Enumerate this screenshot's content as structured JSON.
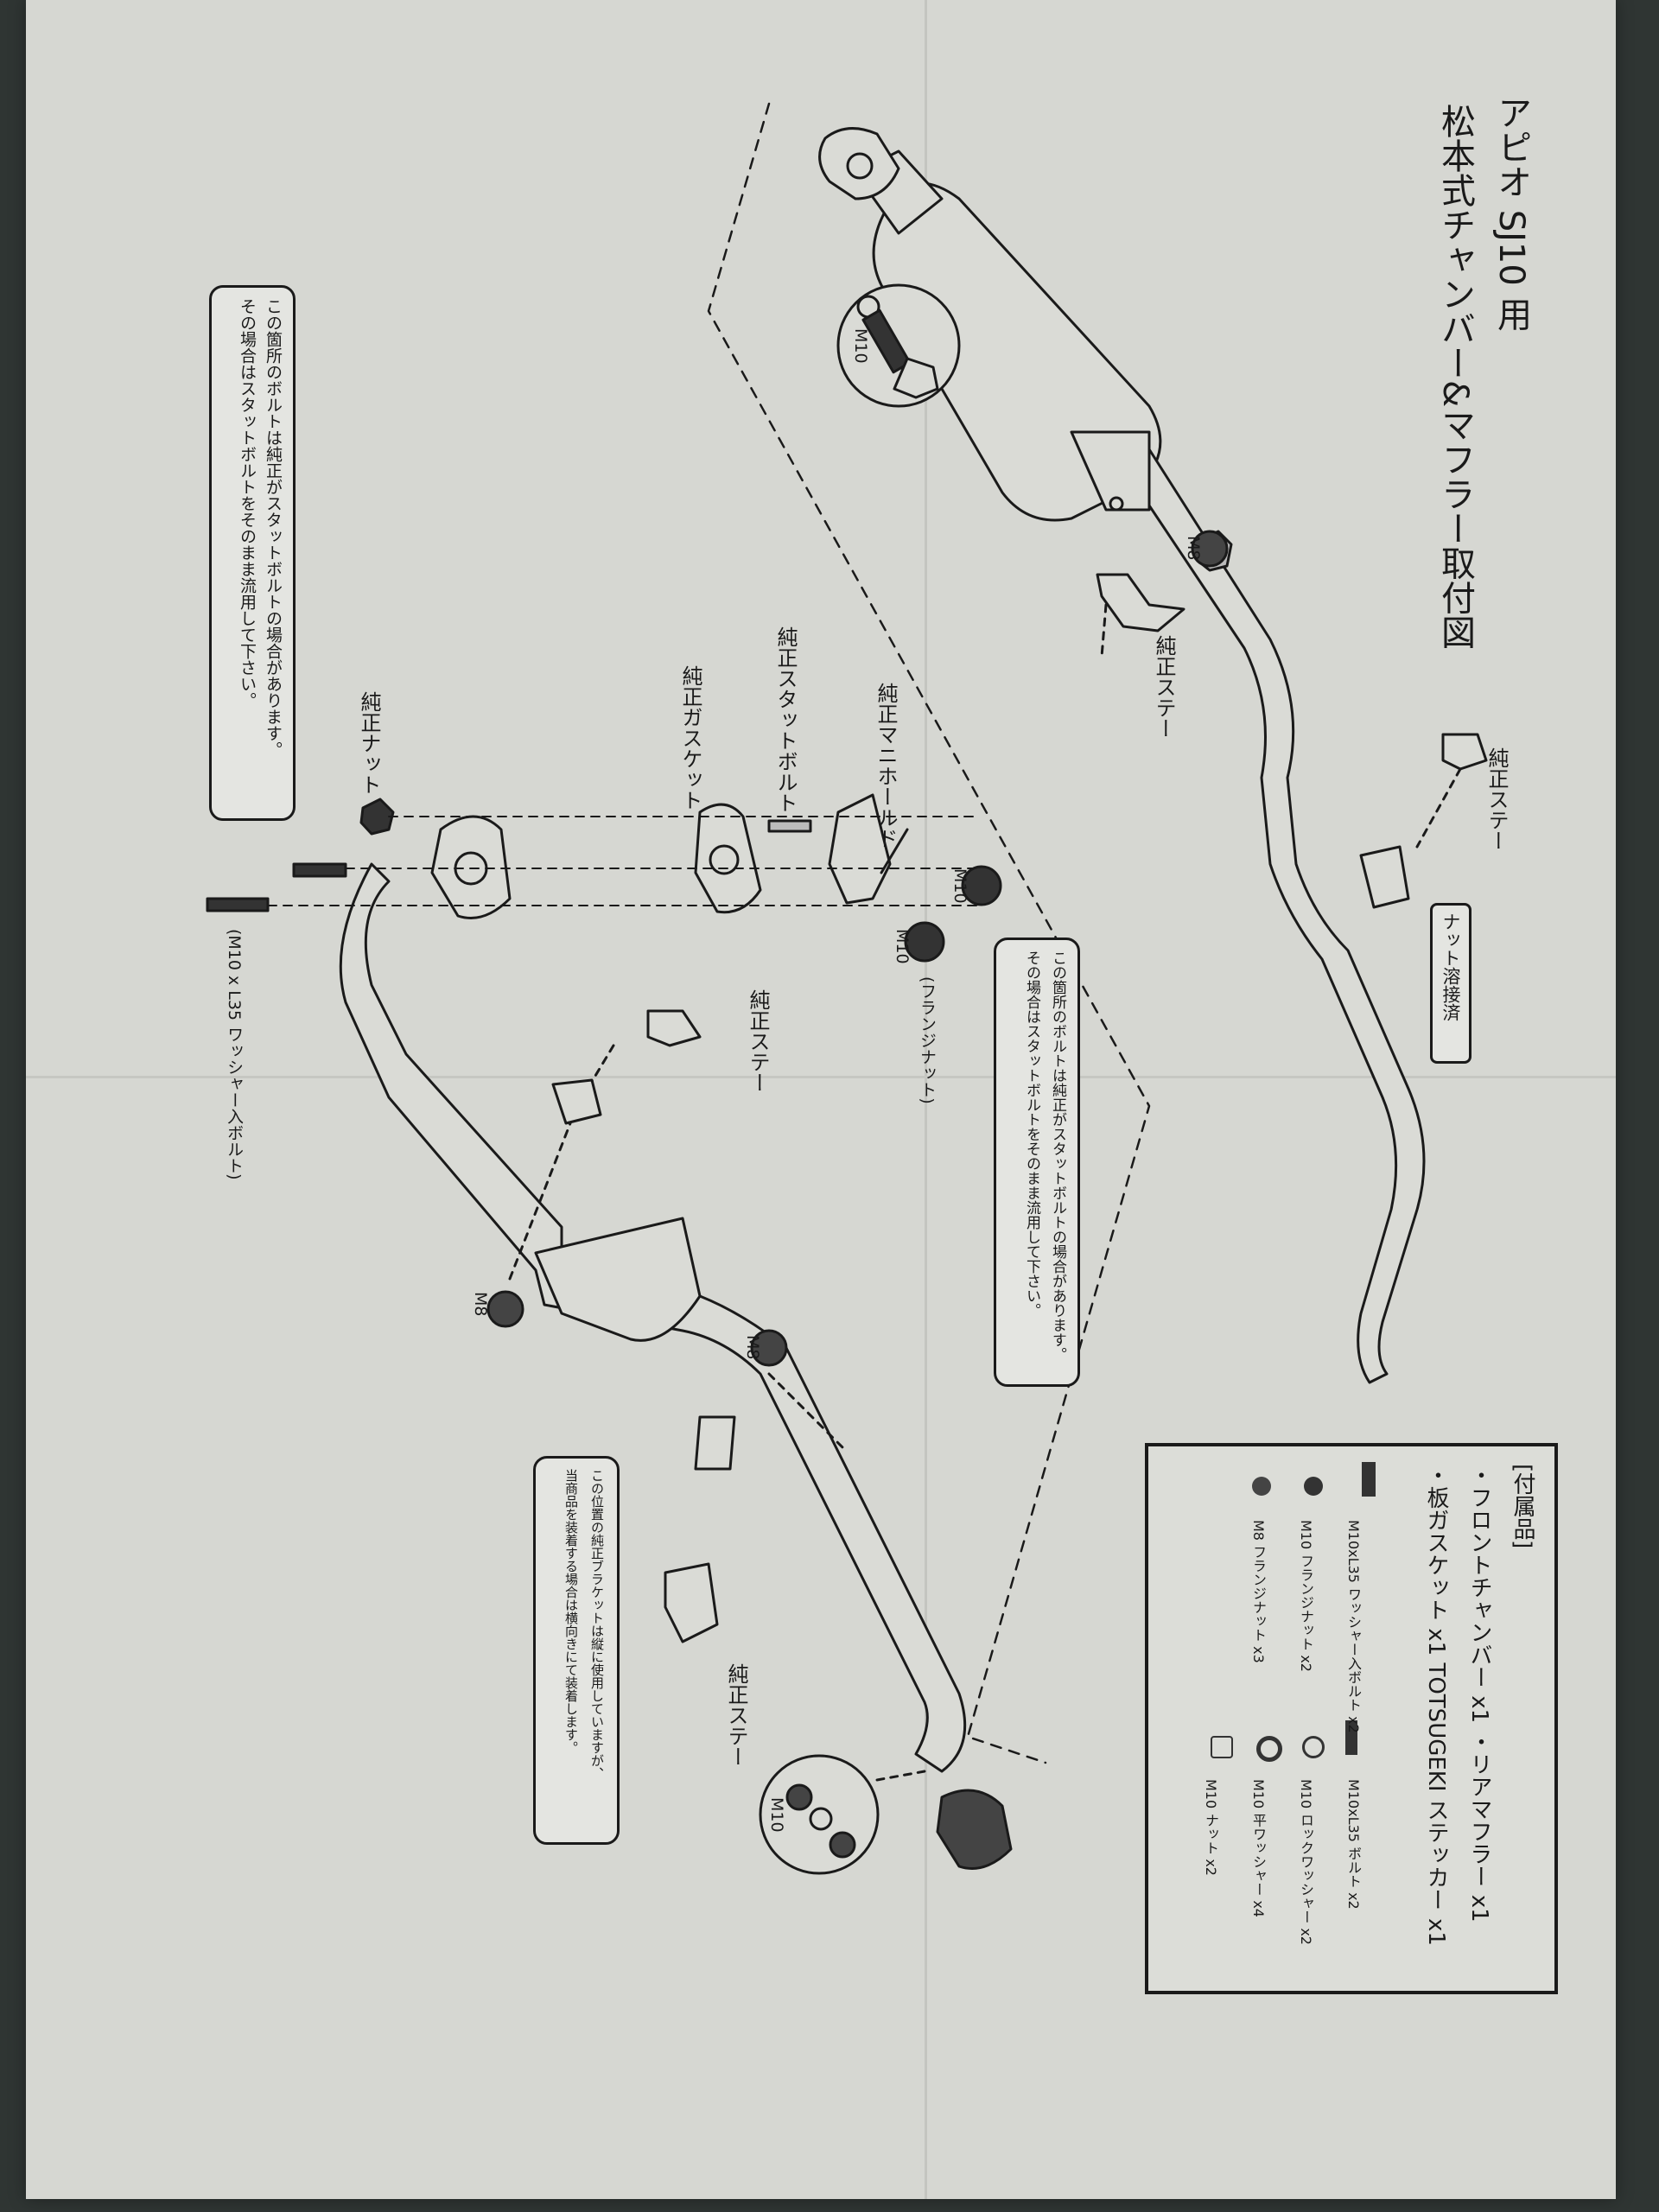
{
  "title": {
    "line1": "アピオ SJ10 用",
    "line2": "松本式チャンバー&マフラー取付図"
  },
  "callouts": {
    "left_stud": [
      "この箇所のボルトは純正がスタットボルトの場合があります。",
      "その場合はスタットボルトをそのまま流用して下さい。"
    ],
    "right_stud": [
      "この箇所のボルトは純正がスタットボルトの場合があります。",
      "その場合はスタットボルトをそのまま流用して下さい。"
    ],
    "bracket": [
      "この位置の純正ブラケットは縦に使用していますが、",
      "当商品を装着する場合は横向きにて装着します。"
    ]
  },
  "labels": {
    "stay_top": "純正ステー",
    "stay_right": "純正ステー",
    "nut_welded": "ナット溶接済",
    "manifold": "純正マニホールド",
    "stud_bolt": "純正スタットボルト",
    "gasket": "純正ガスケット",
    "nut": "純正ナット",
    "stay_middle": "純正ステー",
    "stay_bottom": "純正ステー",
    "washer_bolt": "(M10 x L35 ワッシャー入ボルト)",
    "flange_nut": "(フランジナット)",
    "m10_a": "M10",
    "m10_b": "M10",
    "m10_c": "M10",
    "m10_d": "M10",
    "m8_a": "M8",
    "m8_b": "M8",
    "m8_c": "M8"
  },
  "accessories": {
    "heading": "[付属品]",
    "line1": "・フロントチャンバー x1 ・リアマフラー x1",
    "line2": "・板ガスケット x1 TOTSUGEKI ステッカー x1",
    "items": [
      "M10xL35 ワッシャー入ボルト x2",
      "M10 フランジナット x2",
      "M8 フランジナット x3",
      "M10xL35 ボルト x2",
      "M10 ロックワッシャー x2",
      "M10 平ワッシャー x4",
      "M10 ナット x2"
    ]
  }
}
